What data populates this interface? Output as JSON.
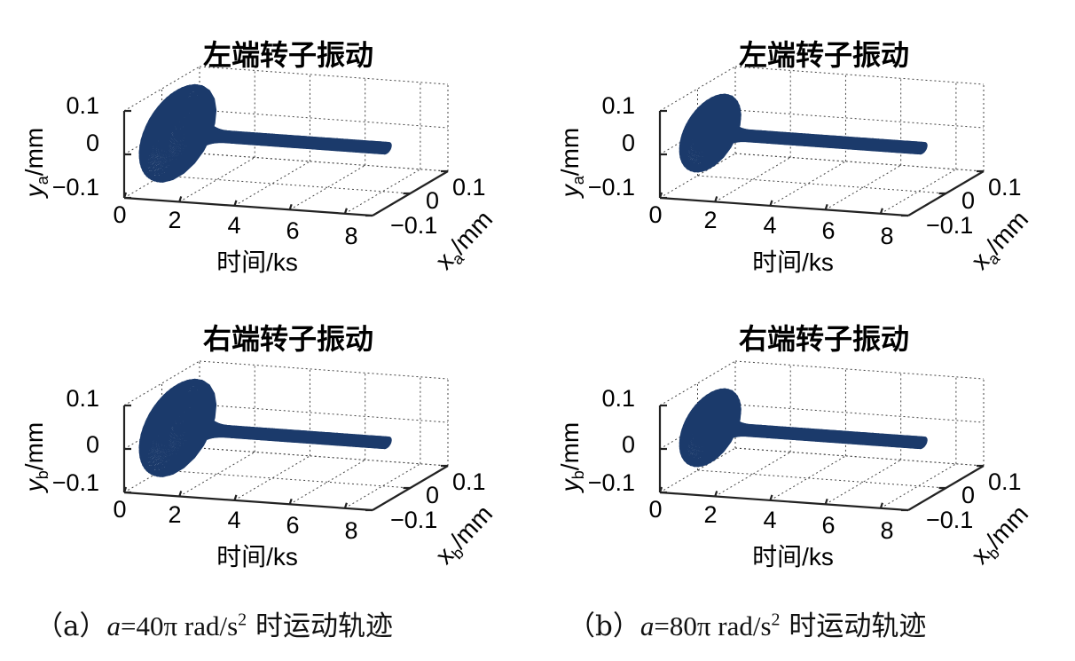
{
  "panels": [
    {
      "title": "左端转子振动",
      "ylabel_main": "y",
      "ylabel_sub": "a",
      "ylabel_unit": "/mm",
      "xlabel": "时间/ks",
      "zlabel_main": "x",
      "zlabel_sub": "a",
      "zlabel_unit": "/mm",
      "yticks": [
        "0.1",
        "0",
        "−0.1"
      ],
      "xticks": [
        "0",
        "2",
        "4",
        "6",
        "8"
      ],
      "zticks": [
        "0.1",
        "0",
        "−0.1"
      ]
    },
    {
      "title": "左端转子振动",
      "ylabel_main": "y",
      "ylabel_sub": "a",
      "ylabel_unit": "/mm",
      "xlabel": "时间/ks",
      "zlabel_main": "x",
      "zlabel_sub": "a",
      "zlabel_unit": "/mm",
      "yticks": [
        "0.1",
        "0",
        "−0.1"
      ],
      "xticks": [
        "0",
        "2",
        "4",
        "6",
        "8"
      ],
      "zticks": [
        "0.1",
        "0",
        "−0.1"
      ]
    },
    {
      "title": "右端转子振动",
      "ylabel_main": "y",
      "ylabel_sub": "b",
      "ylabel_unit": "/mm",
      "xlabel": "时间/ks",
      "zlabel_main": "x",
      "zlabel_sub": "b",
      "zlabel_unit": "/mm",
      "yticks": [
        "0.1",
        "0",
        "−0.1"
      ],
      "xticks": [
        "0",
        "2",
        "4",
        "6",
        "8"
      ],
      "zticks": [
        "0.1",
        "0",
        "−0.1"
      ]
    },
    {
      "title": "右端转子振动",
      "ylabel_main": "y",
      "ylabel_sub": "b",
      "ylabel_unit": "/mm",
      "xlabel": "时间/ks",
      "zlabel_main": "x",
      "zlabel_sub": "b",
      "zlabel_unit": "/mm",
      "yticks": [
        "0.1",
        "0",
        "−0.1"
      ],
      "xticks": [
        "0",
        "2",
        "4",
        "6",
        "8"
      ],
      "zticks": [
        "0.1",
        "0",
        "−0.1"
      ]
    }
  ],
  "captions": [
    {
      "prefix": "（a）",
      "var": "a",
      "expr": "=40π rad/s",
      "sup": "2",
      "suffix": " 时运动轨迹"
    },
    {
      "prefix": "（b）",
      "var": "a",
      "expr": "=80π rad/s",
      "sup": "2",
      "suffix": " 时运动轨迹"
    }
  ],
  "chart_data": [
    {
      "type": "line3d",
      "title": "左端转子振动",
      "xlabel": "时间/ks",
      "ylabel": "y_a/mm",
      "zlabel": "x_a/mm",
      "xlim": [
        0,
        9
      ],
      "ylim": [
        -0.1,
        0.1
      ],
      "zlim": [
        -0.1,
        0.1
      ],
      "color": "#1b3a6b",
      "series": [
        {
          "t_start": 0,
          "t_end": 8.8,
          "peak_amplitude": 0.1,
          "peak_time": 1.0,
          "steady_amplitude": 0.012,
          "steady_from": 3.0
        }
      ]
    },
    {
      "type": "line3d",
      "title": "左端转子振动",
      "xlabel": "时间/ks",
      "ylabel": "y_a/mm",
      "zlabel": "x_a/mm",
      "xlim": [
        0,
        9
      ],
      "ylim": [
        -0.1,
        0.1
      ],
      "zlim": [
        -0.1,
        0.1
      ],
      "color": "#1b3a6b",
      "series": [
        {
          "t_start": 0,
          "t_end": 8.8,
          "peak_amplitude": 0.08,
          "peak_time": 0.8,
          "steady_amplitude": 0.012,
          "steady_from": 2.5
        }
      ]
    },
    {
      "type": "line3d",
      "title": "右端转子振动",
      "xlabel": "时间/ks",
      "ylabel": "y_b/mm",
      "zlabel": "x_b/mm",
      "xlim": [
        0,
        9
      ],
      "ylim": [
        -0.1,
        0.1
      ],
      "zlim": [
        -0.1,
        0.1
      ],
      "color": "#1b3a6b",
      "series": [
        {
          "t_start": 0,
          "t_end": 8.8,
          "peak_amplitude": 0.1,
          "peak_time": 1.0,
          "steady_amplitude": 0.012,
          "steady_from": 3.0
        }
      ]
    },
    {
      "type": "line3d",
      "title": "右端转子振动",
      "xlabel": "时间/ks",
      "ylabel": "y_b/mm",
      "zlabel": "x_b/mm",
      "xlim": [
        0,
        9
      ],
      "ylim": [
        -0.1,
        0.1
      ],
      "zlim": [
        -0.1,
        0.1
      ],
      "color": "#1b3a6b",
      "series": [
        {
          "t_start": 0,
          "t_end": 8.8,
          "peak_amplitude": 0.08,
          "peak_time": 0.8,
          "steady_amplitude": 0.012,
          "steady_from": 2.5
        }
      ]
    }
  ]
}
